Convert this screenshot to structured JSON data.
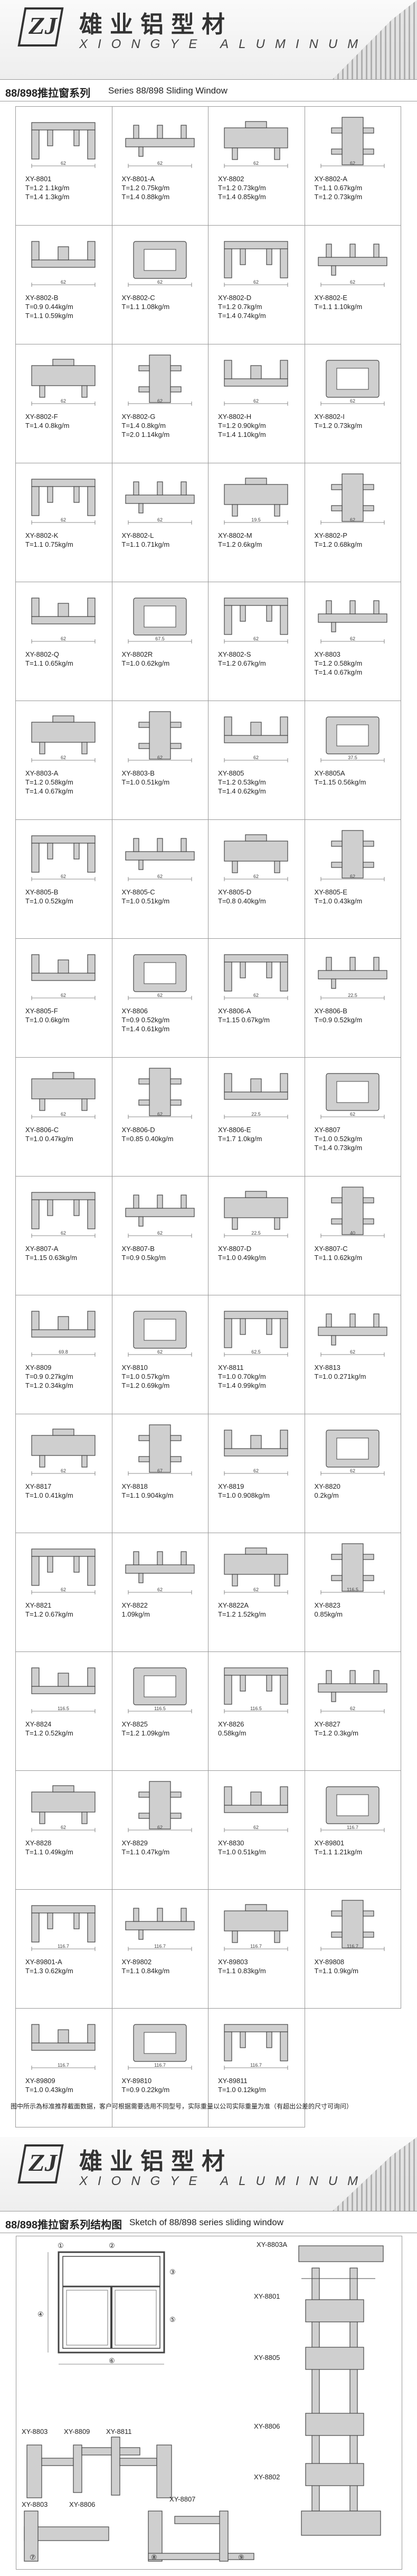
{
  "brand": {
    "cn": "雄业铝型材",
    "en": "XIONGYE ALUMINUM",
    "logo_glyph": "ZJ"
  },
  "section1": {
    "cn": "88/898推拉窗系列",
    "en": "Series 88/898 Sliding Window"
  },
  "section2": {
    "cn": "88/898推拉窗系列结构图",
    "en": "Sketch of 88/898 series sliding window"
  },
  "note": "图中所示為标准推荐截面数据，客户可根据需要选用不同型号，实际重量以公司实际重量为准（有超出公差的尺寸可询问）",
  "profiles": [
    {
      "code": "XY-8801",
      "lines": [
        "T=1.2  1.1kg/m",
        "T=1.4  1.3kg/m"
      ],
      "dims": [
        "62"
      ]
    },
    {
      "code": "XY-8801-A",
      "lines": [
        "T=1.2  0.75kg/m",
        "T=1.4  0.88kg/m"
      ],
      "dims": [
        "62"
      ]
    },
    {
      "code": "XY-8802",
      "lines": [
        "T=1.2  0.73kg/m",
        "T=1.4  0.85kg/m"
      ],
      "dims": [
        "62"
      ]
    },
    {
      "code": "XY-8802-A",
      "lines": [
        "T=1.1  0.67kg/m",
        "T=1.2  0.73kg/m"
      ],
      "dims": [
        "62"
      ]
    },
    {
      "code": "XY-8802-B",
      "lines": [
        "T=0.9  0.44kg/m",
        "T=1.1  0.59kg/m"
      ],
      "dims": [
        "62"
      ]
    },
    {
      "code": "XY-8802-C",
      "lines": [
        "T=1.1  1.08kg/m"
      ],
      "dims": [
        "62"
      ]
    },
    {
      "code": "XY-8802-D",
      "lines": [
        "T=1.2  0.7kg/m",
        "T=1.4  0.74kg/m"
      ],
      "dims": [
        "62"
      ]
    },
    {
      "code": "XY-8802-E",
      "lines": [
        "T=1.1  1.10kg/m"
      ],
      "dims": [
        "62"
      ]
    },
    {
      "code": "XY-8802-F",
      "lines": [
        "T=1.4  0.8kg/m"
      ],
      "dims": [
        "62"
      ]
    },
    {
      "code": "XY-8802-G",
      "lines": [
        "T=1.4  0.8kg/m",
        "T=2.0  1.14kg/m"
      ],
      "dims": [
        "62"
      ]
    },
    {
      "code": "XY-8802-H",
      "lines": [
        "T=1.2  0.90kg/m",
        "T=1.4  1.10kg/m"
      ],
      "dims": [
        "62"
      ]
    },
    {
      "code": "XY-8802-I",
      "lines": [
        "T=1.2  0.73kg/m"
      ],
      "dims": [
        "62"
      ]
    },
    {
      "code": "XY-8802-K",
      "lines": [
        "T=1.1  0.75kg/m"
      ],
      "dims": [
        "62"
      ]
    },
    {
      "code": "XY-8802-L",
      "lines": [
        "T=1.1  0.71kg/m"
      ],
      "dims": [
        "62"
      ]
    },
    {
      "code": "XY-8802-M",
      "lines": [
        "T=1.2  0.6kg/m"
      ],
      "dims": [
        "19.5"
      ]
    },
    {
      "code": "XY-8802-P",
      "lines": [
        "T=1.2  0.68kg/m"
      ],
      "dims": [
        "62"
      ]
    },
    {
      "code": "XY-8802-Q",
      "lines": [
        "T=1.1  0.65kg/m"
      ],
      "dims": [
        "62"
      ]
    },
    {
      "code": "XY-8802R",
      "lines": [
        "T=1.0  0.62kg/m"
      ],
      "dims": [
        "67.5"
      ]
    },
    {
      "code": "XY-8802-S",
      "lines": [
        "T=1.2  0.67kg/m"
      ],
      "dims": [
        "62"
      ]
    },
    {
      "code": "XY-8803",
      "lines": [
        "T=1.2  0.58kg/m",
        "T=1.4  0.67kg/m"
      ],
      "dims": [
        "62"
      ]
    },
    {
      "code": "XY-8803-A",
      "lines": [
        "T=1.2  0.58kg/m",
        "T=1.4  0.67kg/m"
      ],
      "dims": [
        "62"
      ]
    },
    {
      "code": "XY-8803-B",
      "lines": [
        "T=1.0  0.51kg/m"
      ],
      "dims": [
        "62"
      ]
    },
    {
      "code": "XY-8805",
      "lines": [
        "T=1.2  0.53kg/m",
        "T=1.4  0.62kg/m"
      ],
      "dims": [
        "62"
      ]
    },
    {
      "code": "XY-8805A",
      "lines": [
        "T=1.15  0.56kg/m"
      ],
      "dims": [
        "37.5"
      ]
    },
    {
      "code": "XY-8805-B",
      "lines": [
        "T=1.0  0.52kg/m"
      ],
      "dims": [
        "62"
      ]
    },
    {
      "code": "XY-8805-C",
      "lines": [
        "T=1.0  0.51kg/m"
      ],
      "dims": [
        "62"
      ]
    },
    {
      "code": "XY-8805-D",
      "lines": [
        "T=0.8  0.40kg/m"
      ],
      "dims": [
        "62"
      ]
    },
    {
      "code": "XY-8805-E",
      "lines": [
        "T=1.0  0.43kg/m"
      ],
      "dims": [
        "62"
      ]
    },
    {
      "code": "XY-8805-F",
      "lines": [
        "T=1.0  0.6kg/m"
      ],
      "dims": [
        "62"
      ]
    },
    {
      "code": "XY-8806",
      "lines": [
        "T=0.9  0.52kg/m",
        "T=1.4  0.61kg/m"
      ],
      "dims": [
        "62"
      ]
    },
    {
      "code": "XY-8806-A",
      "lines": [
        "T=1.15  0.67kg/m"
      ],
      "dims": [
        "62"
      ]
    },
    {
      "code": "XY-8806-B",
      "lines": [
        "T=0.9  0.52kg/m"
      ],
      "dims": [
        "22.5"
      ]
    },
    {
      "code": "XY-8806-C",
      "lines": [
        "T=1.0  0.47kg/m"
      ],
      "dims": [
        "62"
      ]
    },
    {
      "code": "XY-8806-D",
      "lines": [
        "T=0.85  0.40kg/m"
      ],
      "dims": [
        "62"
      ]
    },
    {
      "code": "XY-8806-E",
      "lines": [
        "T=1.7  1.0kg/m"
      ],
      "dims": [
        "22.5"
      ]
    },
    {
      "code": "XY-8807",
      "lines": [
        "T=1.0  0.52kg/m",
        "T=1.4  0.73kg/m"
      ],
      "dims": [
        "62"
      ]
    },
    {
      "code": "XY-8807-A",
      "lines": [
        "T=1.15  0.63kg/m"
      ],
      "dims": [
        "62"
      ]
    },
    {
      "code": "XY-8807-B",
      "lines": [
        "T=0.9  0.5kg/m"
      ],
      "dims": [
        "62"
      ]
    },
    {
      "code": "XY-8807-D",
      "lines": [
        "T=1.0  0.49kg/m"
      ],
      "dims": [
        "22.5"
      ]
    },
    {
      "code": "XY-8807-C",
      "lines": [
        "T=1.1  0.62kg/m"
      ],
      "dims": [
        "40"
      ]
    },
    {
      "code": "XY-8809",
      "lines": [
        "T=0.9  0.27kg/m",
        "T=1.2  0.34kg/m"
      ],
      "dims": [
        "69.8"
      ]
    },
    {
      "code": "XY-8810",
      "lines": [
        "T=1.0  0.57kg/m",
        "T=1.2  0.69kg/m"
      ],
      "dims": [
        "62"
      ]
    },
    {
      "code": "XY-8811",
      "lines": [
        "T=1.0  0.70kg/m",
        "T=1.4  0.99kg/m"
      ],
      "dims": [
        "62.5"
      ]
    },
    {
      "code": "XY-8813",
      "lines": [
        "T=1.0  0.271kg/m"
      ],
      "dims": [
        "62"
      ]
    },
    {
      "code": "XY-8817",
      "lines": [
        "T=1.0  0.41kg/m"
      ],
      "dims": [
        "62"
      ]
    },
    {
      "code": "XY-8818",
      "lines": [
        "T=1.1  0.904kg/m"
      ],
      "dims": [
        "67"
      ]
    },
    {
      "code": "XY-8819",
      "lines": [
        "T=1.0  0.908kg/m"
      ],
      "dims": [
        "62"
      ]
    },
    {
      "code": "XY-8820",
      "lines": [
        "0.2kg/m"
      ],
      "dims": [
        "62"
      ]
    },
    {
      "code": "XY-8821",
      "lines": [
        "T=1.2  0.67kg/m"
      ],
      "dims": [
        "62"
      ]
    },
    {
      "code": "XY-8822",
      "lines": [
        "1.09kg/m"
      ],
      "dims": [
        "62"
      ]
    },
    {
      "code": "XY-8822A",
      "lines": [
        "T=1.2  1.52kg/m"
      ],
      "dims": [
        "62"
      ]
    },
    {
      "code": "XY-8823",
      "lines": [
        "0.85kg/m"
      ],
      "dims": [
        "116.5"
      ]
    },
    {
      "code": "XY-8824",
      "lines": [
        "T=1.2  0.52kg/m"
      ],
      "dims": [
        "116.5"
      ]
    },
    {
      "code": "XY-8825",
      "lines": [
        "T=1.2  1.09kg/m"
      ],
      "dims": [
        "116.5"
      ]
    },
    {
      "code": "XY-8826",
      "lines": [
        "0.58kg/m"
      ],
      "dims": [
        "116.5"
      ]
    },
    {
      "code": "XY-8827",
      "lines": [
        "T=1.2  0.3kg/m"
      ],
      "dims": [
        "62"
      ]
    },
    {
      "code": "XY-8828",
      "lines": [
        "T=1.1  0.49kg/m"
      ],
      "dims": [
        "62"
      ]
    },
    {
      "code": "XY-8829",
      "lines": [
        "T=1.1  0.47kg/m"
      ],
      "dims": [
        "62"
      ]
    },
    {
      "code": "XY-8830",
      "lines": [
        "T=1.0  0.51kg/m"
      ],
      "dims": [
        "62"
      ]
    },
    {
      "code": "XY-89801",
      "lines": [
        "T=1.1  1.21kg/m"
      ],
      "dims": [
        "116.7"
      ]
    },
    {
      "code": "XY-89801-A",
      "lines": [
        "T=1.3  0.62kg/m"
      ],
      "dims": [
        "116.7"
      ]
    },
    {
      "code": "XY-89802",
      "lines": [
        "T=1.1  0.84kg/m"
      ],
      "dims": [
        "116.7"
      ]
    },
    {
      "code": "XY-89803",
      "lines": [
        "T=1.1  0.83kg/m"
      ],
      "dims": [
        "116.7"
      ]
    },
    {
      "code": "XY-89808",
      "lines": [
        "T=1.1  0.9kg/m"
      ],
      "dims": [
        "116.7"
      ]
    },
    {
      "code": "XY-89809",
      "lines": [
        "T=1.0  0.43kg/m"
      ],
      "dims": [
        "116.7"
      ]
    },
    {
      "code": "XY-89810",
      "lines": [
        "T=0.9  0.22kg/m"
      ],
      "dims": [
        "116.7"
      ]
    },
    {
      "code": "XY-89811",
      "lines": [
        "T=1.0  0.12kg/m"
      ],
      "dims": [
        "116.7"
      ]
    }
  ],
  "sketch": {
    "labels": [
      "XY-8803A",
      "XY-8801",
      "XY-8805",
      "XY-8806",
      "XY-8802",
      "XY-8803",
      "XY-8809",
      "XY-8811",
      "XY-8803",
      "XY-8806",
      "XY-8807"
    ],
    "markers": [
      "①",
      "②",
      "③",
      "④",
      "⑤",
      "⑥",
      "⑦",
      "⑧",
      "⑨"
    ]
  }
}
